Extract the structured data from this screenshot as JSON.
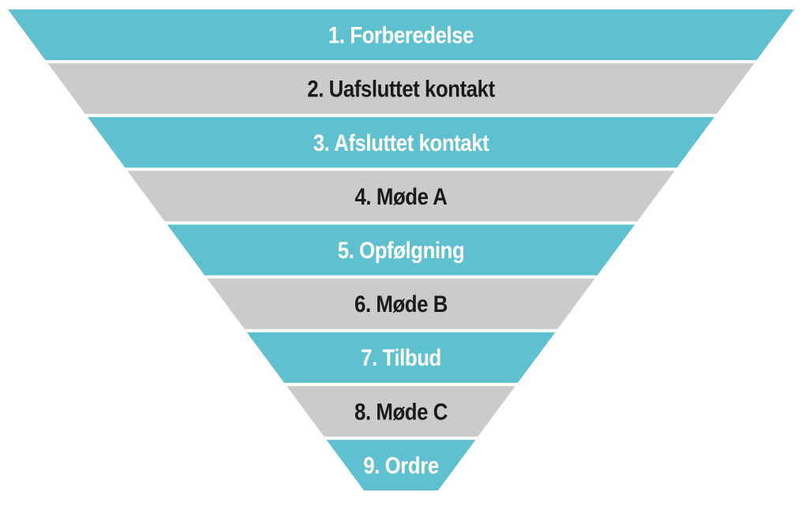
{
  "diagram": {
    "type": "funnel",
    "shape": "inverted-pyramid",
    "levels": [
      {
        "label": "1. Forberedelse",
        "band_color": "#5fc1cf",
        "text_color": "#ffffff"
      },
      {
        "label": "2. Uafsluttet kontakt",
        "band_color": "#cbcbcb",
        "text_color": "#1a1a1a"
      },
      {
        "label": "3. Afsluttet kontakt",
        "band_color": "#5fc1cf",
        "text_color": "#ffffff"
      },
      {
        "label": "4. Møde A",
        "band_color": "#cbcbcb",
        "text_color": "#1a1a1a"
      },
      {
        "label": "5. Opfølgning",
        "band_color": "#5fc1cf",
        "text_color": "#ffffff"
      },
      {
        "label": "6. Møde B",
        "band_color": "#cbcbcb",
        "text_color": "#1a1a1a"
      },
      {
        "label": "7. Tilbud",
        "band_color": "#5fc1cf",
        "text_color": "#ffffff"
      },
      {
        "label": "8. Møde C",
        "band_color": "#cbcbcb",
        "text_color": "#1a1a1a"
      },
      {
        "label": "9. Ordre",
        "band_color": "#5fc1cf",
        "text_color": "#ffffff"
      }
    ],
    "colors": {
      "accent_teal": "#5fc1cf",
      "neutral_gray": "#cbcbcb",
      "gap_white": "#ffffff",
      "background": "#ffffff"
    }
  }
}
